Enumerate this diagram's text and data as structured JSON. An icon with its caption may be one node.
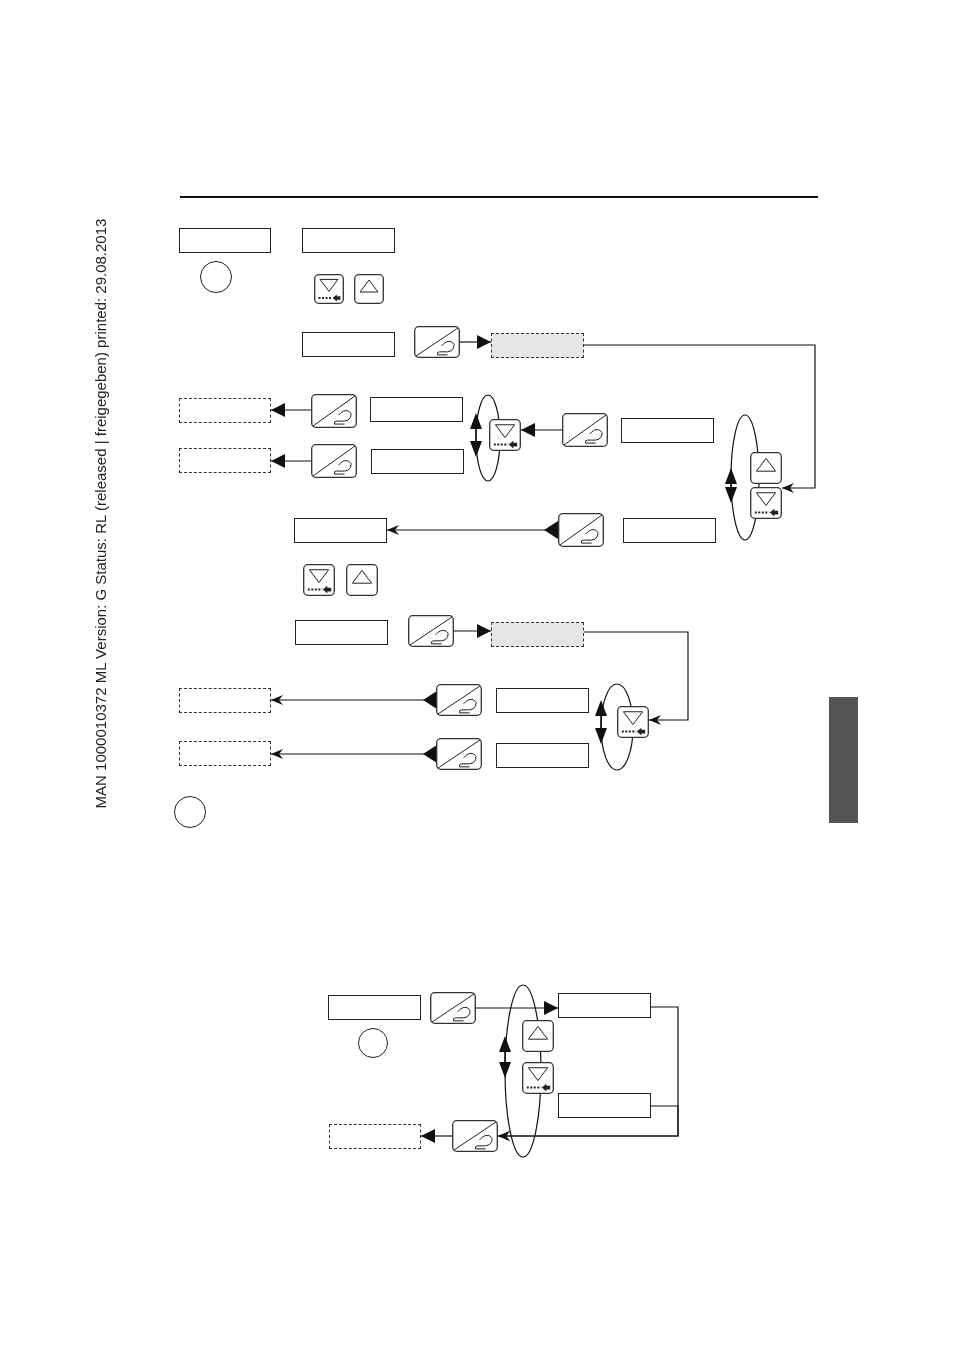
{
  "diagram": {
    "nodes": [
      {
        "text": [],
        "shape": "box"
      },
      {
        "text": [],
        "shape": "box"
      },
      {
        "text": [],
        "shape": "circle"
      },
      {
        "text": [],
        "shape": "key"
      },
      {
        "text": [],
        "shape": "key"
      },
      {
        "text": [],
        "shape": "box"
      },
      {
        "text": [],
        "shape": "key"
      },
      {
        "text": [],
        "shape": "box"
      },
      {
        "text": [],
        "shape": "box"
      },
      {
        "text": [],
        "shape": "key"
      },
      {
        "text": [],
        "shape": "box"
      },
      {
        "text": [],
        "shape": "box"
      },
      {
        "text": [],
        "shape": "key"
      },
      {
        "text": [],
        "shape": "box"
      },
      {
        "text": [],
        "shape": "key"
      },
      {
        "text": [],
        "shape": "key"
      },
      {
        "text": [],
        "shape": "box"
      },
      {
        "text": [],
        "shape": "key"
      },
      {
        "text": [],
        "shape": "key"
      },
      {
        "text": [],
        "shape": "box"
      },
      {
        "text": [],
        "shape": "key"
      },
      {
        "text": [],
        "shape": "box"
      },
      {
        "text": [],
        "shape": "key"
      },
      {
        "text": [],
        "shape": "key"
      },
      {
        "text": [],
        "shape": "box"
      },
      {
        "text": [],
        "shape": "key"
      },
      {
        "text": [],
        "shape": "box"
      },
      {
        "text": [],
        "shape": "box"
      },
      {
        "text": [],
        "shape": "key"
      },
      {
        "text": [],
        "shape": "box"
      },
      {
        "text": [],
        "shape": "box"
      },
      {
        "text": [],
        "shape": "key"
      },
      {
        "text": [],
        "shape": "box"
      },
      {
        "text": [],
        "shape": "key"
      },
      {
        "text": [],
        "shape": "circle"
      },
      {
        "text": [],
        "shape": "box"
      },
      {
        "text": [],
        "shape": "key"
      },
      {
        "text": [],
        "shape": "circle"
      },
      {
        "text": [],
        "shape": "box"
      },
      {
        "text": [],
        "shape": "key"
      },
      {
        "text": [],
        "shape": "key"
      },
      {
        "text": [],
        "shape": "box"
      },
      {
        "text": [],
        "shape": "box"
      },
      {
        "text": [],
        "shape": "key"
      },
      {
        "text": [],
        "shape": "bar"
      }
    ],
    "edges": [
      {
        "from": 6,
        "to": 7,
        "arrow": "to"
      },
      {
        "from": 7,
        "to": 18,
        "arrow": "to"
      },
      {
        "from": 9,
        "to": 8,
        "arrow": "to"
      },
      {
        "from": 12,
        "to": 11,
        "arrow": "to"
      },
      {
        "from": 15,
        "to": 14,
        "arrow": "to"
      },
      {
        "from": 20,
        "to": 19,
        "arrow": "to"
      },
      {
        "from": 25,
        "to": 26,
        "arrow": "to"
      },
      {
        "from": 26,
        "to": 33,
        "arrow": "to"
      },
      {
        "from": 28,
        "to": 27,
        "arrow": "to"
      },
      {
        "from": 31,
        "to": 30,
        "arrow": "to"
      },
      {
        "from": 36,
        "to": 38,
        "arrow": "to"
      },
      {
        "from": 38,
        "to": 43,
        "arrow": "to"
      },
      {
        "from": 41,
        "to": 43,
        "arrow": "to"
      },
      {
        "from": 43,
        "to": 42,
        "arrow": "to"
      },
      {
        "from": 14,
        "to": 14,
        "arrow": "both"
      },
      {
        "from": 17,
        "to": 18,
        "arrow": "both"
      },
      {
        "from": 33,
        "to": 33,
        "arrow": "both"
      },
      {
        "from": 39,
        "to": 40,
        "arrow": "both"
      }
    ],
    "labels": [
      "MAN 1000010372 ML Version: G Status: RL (released | freigegeben) printed: 29.08.2013"
    ]
  }
}
